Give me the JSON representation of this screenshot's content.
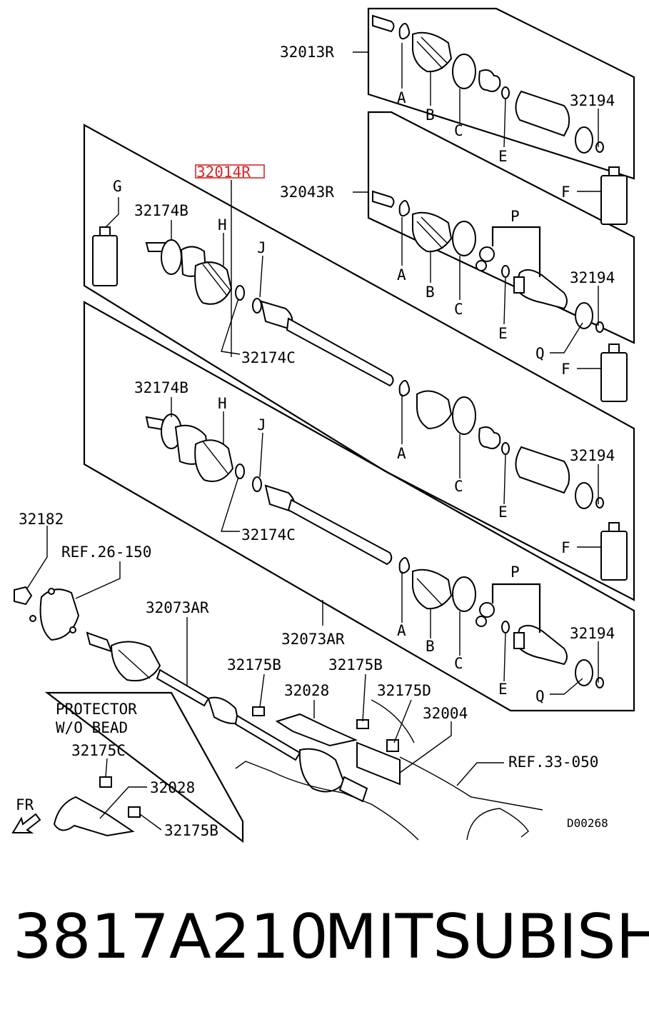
{
  "diagram": {
    "code": "D00268",
    "highlighted": "32014R",
    "labels": {
      "p32013R": "32013R",
      "p32043R": "32043R",
      "p32014R": "32014R",
      "p32174B_1": "32174B",
      "p32174B_2": "32174B",
      "p32174C_1": "32174C",
      "p32174C_2": "32174C",
      "p32194_1": "32194",
      "p32194_2": "32194",
      "p32194_3": "32194",
      "p32194_4": "32194",
      "p32182": "32182",
      "ref26": "REF.26-150",
      "p32073AR_1": "32073AR",
      "p32073AR_2": "32073AR",
      "p32175B_1": "32175B",
      "p32175B_2": "32175B",
      "p32175B_3": "32175B",
      "p32028_1": "32028",
      "p32028_2": "32028",
      "p32175D": "32175D",
      "p32004": "32004",
      "ref33": "REF.33-050",
      "p32175C": "32175C",
      "protector1": "PROTECTOR",
      "protector2": "W/O BEAD",
      "fr": "FR",
      "A1": "A",
      "A2": "A",
      "A3": "A",
      "A4": "A",
      "B1": "B",
      "B2": "B",
      "B3": "B",
      "C1": "C",
      "C2": "C",
      "C3": "C",
      "C4": "C",
      "E1": "E",
      "E2": "E",
      "E3": "E",
      "E4": "E",
      "F1": "F",
      "F2": "F",
      "F3": "F",
      "G": "G",
      "H1": "H",
      "H2": "H",
      "J1": "J",
      "J2": "J",
      "P1": "P",
      "P2": "P",
      "Q1": "Q",
      "Q2": "Q"
    }
  },
  "footer": {
    "part_number": "3817A210",
    "brand": "MITSUBISHI"
  }
}
